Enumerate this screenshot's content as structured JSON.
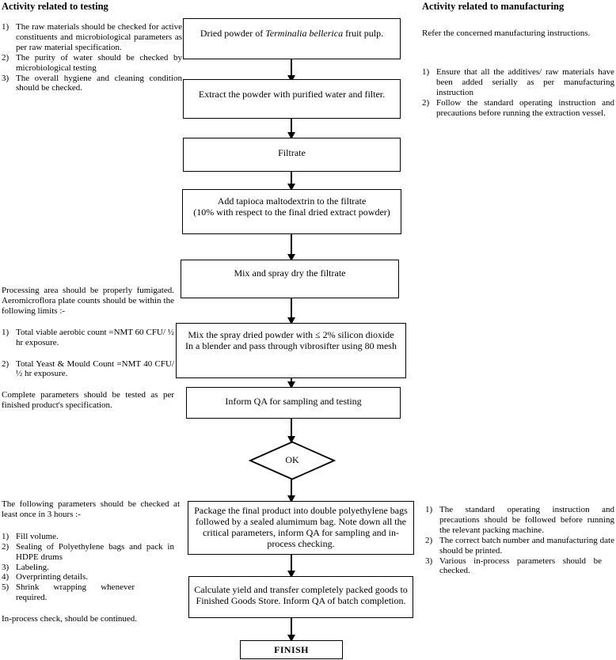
{
  "colors": {
    "ink": "#000000",
    "background": "#ffffff"
  },
  "left_column": {
    "title": "Activity related to testing",
    "top_items": [
      "The raw materials should be checked for active constituents and microbiological parameters as per raw material specification.",
      "The purity of  water should be checked by microbiological testing",
      "The overall hygiene and cleaning condition should be checked."
    ],
    "middle_intro": "Processing area should be properly fumigated.  Aeromicroflora plate counts should be within the following limits :-",
    "middle_items": [
      "Total viable aerobic count  =NMT 60 CFU/ ½ hr exposure.",
      "Total Yeast & Mould Count =NMT 40 CFU/ ½ hr exposure."
    ],
    "middle_note": "Complete parameters should be tested as per finished product's specification.",
    "bottom_intro": "The following parameters should be checked at least once in 3 hours :-",
    "bottom_items": [
      "Fill volume.",
      "Sealing of Polyethylene bags and pack in HDPE drums",
      "Labeling.",
      "Overprinting details.",
      "Shrink wrapping whenever required."
    ],
    "bottom_note": "In-process check, should be continued."
  },
  "right_column": {
    "title": "Activity related to manufacturing",
    "intro": "Refer the concerned manufacturing instructions.",
    "top_items": [
      "Ensure that all the additives/ raw materials have been added serially as per manufacturing instruction",
      "Follow the standard operating instruction and precautions before running the extraction vessel."
    ],
    "bottom_items": [
      "The standard operating instruction and precautions should be followed before running the relevant packing machine.",
      "The correct batch number and manufacturing date should be printed.",
      "Various in-process parameters should be checked."
    ]
  },
  "flow": {
    "step1_prefix": "Dried powder of ",
    "step1_italic": "Terminalia bellerica",
    "step1_suffix": " fruit pulp.",
    "step2": "Extract the powder with purified water and filter.",
    "step3": "Filtrate",
    "step4_line1": "Add tapioca maltodextrin to the filtrate",
    "step4_line2": "(10% with respect to the final dried extract powder)",
    "step5": "Mix and spray dry the filtrate",
    "step6_line1": "Mix the spray dried powder with ≤ 2% silicon dioxide",
    "step6_line2": "In a blender and pass through vibrosifter using 80 mesh",
    "step7": "Inform QA for sampling and testing",
    "decision": "OK",
    "step8": "Package the final product into double polyethylene bags followed by a sealed alumimum bag. Note down all the critical parameters, inform QA for sampling and in-process checking.",
    "step9_line1": "Calculate yield and transfer completely packed goods to",
    "step9_line2": "Finished Goods Store.  Inform QA  of batch completion.",
    "finish": "FINISH"
  }
}
